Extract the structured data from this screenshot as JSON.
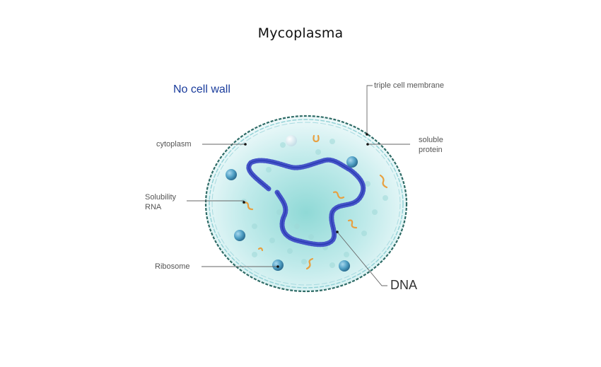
{
  "title": "Mycoplasma",
  "note": "No cell wall",
  "labels": {
    "cytoplasm": "cytoplasm",
    "triple_membrane": "triple cell membrane",
    "soluble_protein_1": "soluble",
    "soluble_protein_2": "protein",
    "solubility_rna_1": "Solubility",
    "solubility_rna_2": "RNA",
    "ribosome": "Ribosome",
    "dna": "DNA"
  },
  "colors": {
    "title": "#111111",
    "note": "#1a3c9c",
    "membrane_dash": "#2e6b66",
    "membrane_inner": "#8fcfd4",
    "cytoplasm": "#bfe9ec",
    "dna": "#2b3cb5",
    "ribosome": "#4f9fc4",
    "rna": "#e8a040"
  }
}
